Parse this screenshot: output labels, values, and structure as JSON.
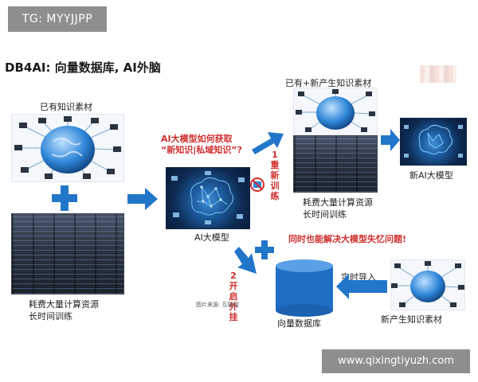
{
  "watermark_top": "TG: MYYJJPP",
  "watermark_bottom": "www.qixingtiyuzh.com",
  "title": "DB4AI: 向量数据库, AI外脑",
  "labels": {
    "existing_knowledge": "已有知识素材",
    "compute_line1": "耗费大量计算资源",
    "compute_line2": "长时间训练",
    "question_line1": "AI大模型如何获取",
    "question_line2": "“新知识|私域知识”?",
    "ai_model": "AI大模型",
    "existing_plus_new": "已有+新产生知识素材",
    "compute2_line1": "耗费大量计算资源",
    "compute2_line2": "长时间训练",
    "new_ai_model": "新AI大模型",
    "retrain": "1 重新训练",
    "plugin": "2 开启外挂",
    "memory_fix": "同时也能解决大模型失忆问题!",
    "realtime_import": "实时导入",
    "vector_db": "向量数据库",
    "new_knowledge": "新产生知识素材",
    "image_source": "图片来源: 互联网"
  },
  "colors": {
    "accent_blue": "#2176c9",
    "emphasis_red": "#d0302f",
    "db_blue": "#1e6fc4"
  },
  "icons": {
    "network": "globe-network-icon",
    "server": "server-room-image",
    "brain": "ai-brain-icon",
    "no_sign": "prohibited-icon",
    "database": "database-cylinder-icon"
  }
}
